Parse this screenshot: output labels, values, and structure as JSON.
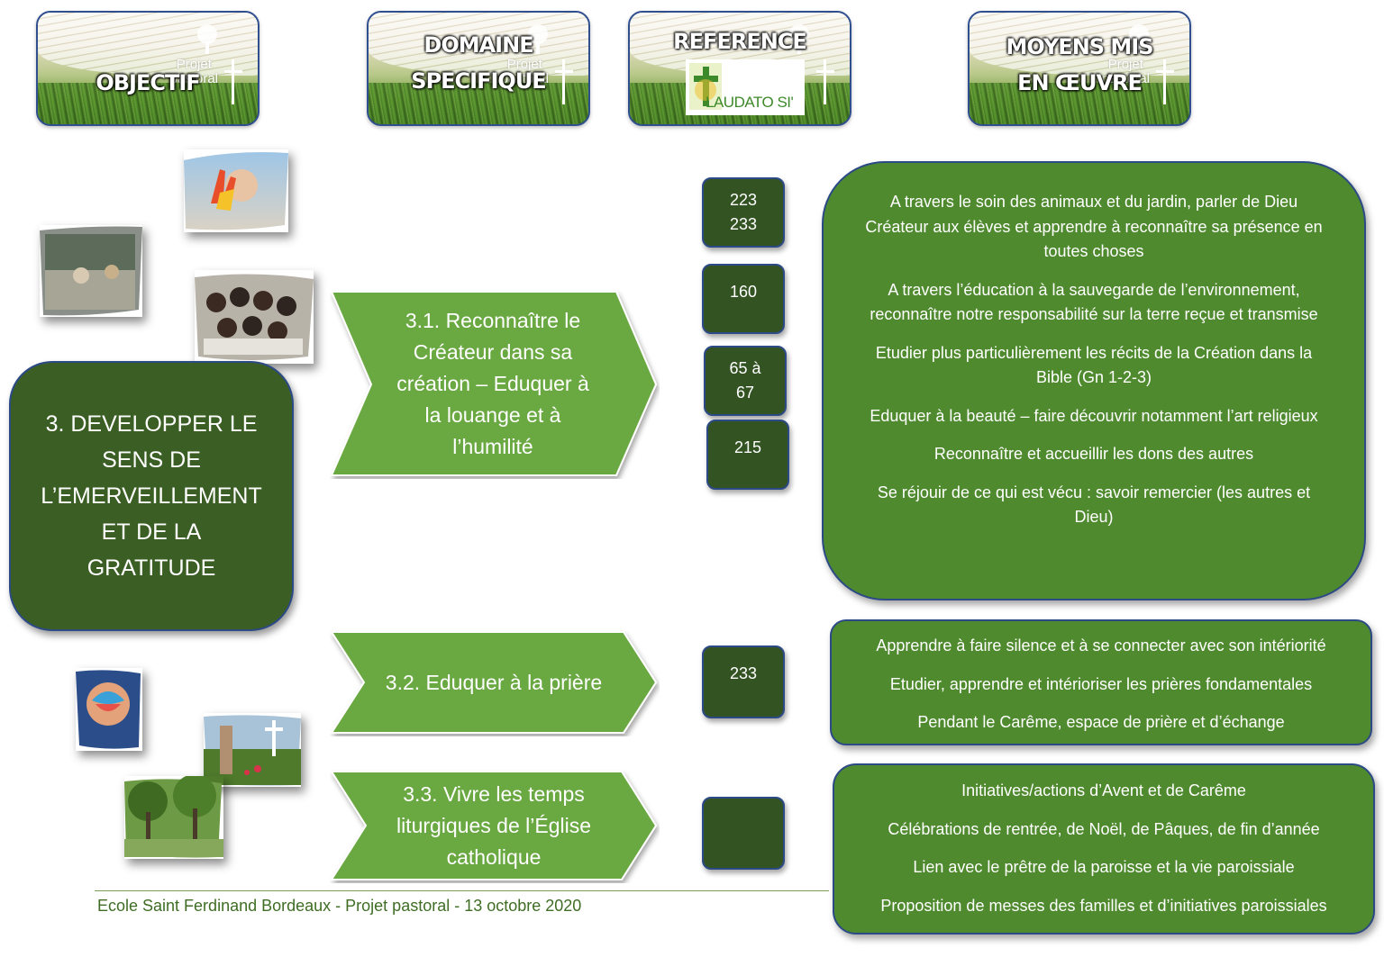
{
  "headers": {
    "objectif": "OBJECTIF",
    "domaine_1": "DOMAINE",
    "domaine_2": "SPECIFIQUE",
    "reference": "REFERENCE",
    "moyens_1": "MOYENS MIS",
    "moyens_2": "EN ŒUVRE",
    "logo_line1": "Projet",
    "logo_line2": "pastoral",
    "laudato": "LAUDATO SI'"
  },
  "objective": {
    "lines": [
      "3. DEVELOPPER LE",
      "SENS DE",
      "L’EMERVEILLEMENT",
      "ET DE LA",
      "GRATITUDE"
    ]
  },
  "domains": [
    {
      "lines": [
        "3.1. Reconnaître le",
        "Créateur dans sa",
        "création – Eduquer à",
        "la louange et à",
        "l’humilité"
      ]
    },
    {
      "lines": [
        "3.2. Eduquer à la prière"
      ]
    },
    {
      "lines": [
        "3.3. Vivre les temps",
        "liturgiques de l’Église",
        "catholique"
      ]
    }
  ],
  "references": [
    {
      "lines": [
        "223",
        "233"
      ]
    },
    {
      "lines": [
        "160"
      ]
    },
    {
      "lines": [
        "65 à",
        "67"
      ]
    },
    {
      "lines": [
        "215"
      ]
    },
    {
      "lines": [
        "233"
      ]
    },
    {
      "lines": []
    }
  ],
  "means": [
    {
      "items": [
        "A travers le soin des animaux et du jardin, parler de Dieu Créateur aux élèves et apprendre à reconnaître sa présence en toutes choses",
        "A travers l’éducation à la sauvegarde de l’environnement, reconnaître notre responsabilité sur la terre reçue et transmise",
        "Etudier plus particulièrement les récits de la Création dans la Bible (Gn 1-2-3)",
        "Eduquer à la beauté – faire découvrir notamment l’art religieux",
        "Reconnaître et accueillir les dons des autres",
        "Se réjouir de ce qui est vécu : savoir remercier (les autres et Dieu)"
      ]
    },
    {
      "items": [
        "Apprendre à faire silence et à se connecter avec son intériorité",
        "Etudier, apprendre et intérioriser les prières fondamentales",
        "Pendant le Carême, espace de prière et d’échange"
      ]
    },
    {
      "items": [
        "Initiatives/actions d’Avent et de Carême",
        "Célébrations de rentrée, de Noël, de Pâques, de fin d’année",
        "Lien avec le prêtre de la paroisse et la vie paroissiale",
        "Proposition de messes des familles et d’initiatives paroissiales"
      ]
    }
  ],
  "footer": "Ecole Saint Ferdinand Bordeaux - Projet pastoral - 13 octobre 2020",
  "colors": {
    "dark_green": "#3a5e23",
    "chevron_green": "#6aa842",
    "means_green": "#4f8a2e",
    "border_blue": "#2c4a86"
  }
}
